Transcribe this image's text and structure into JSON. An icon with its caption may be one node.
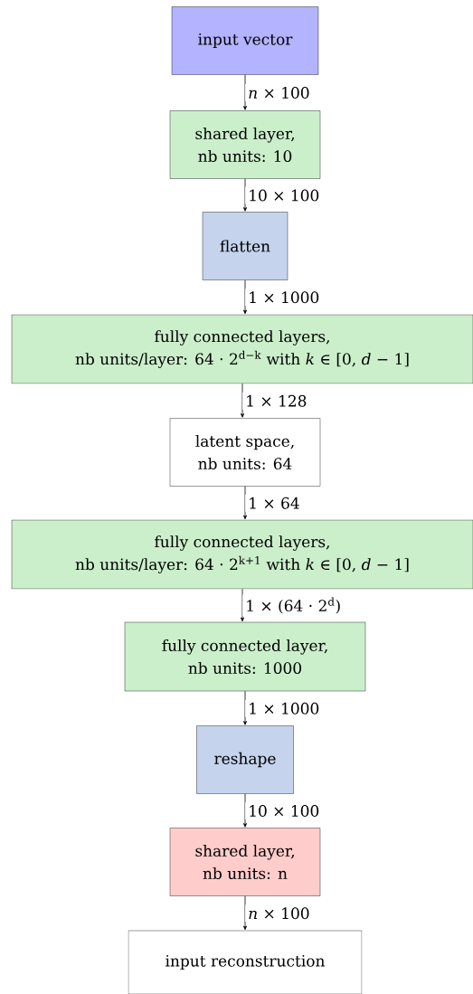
{
  "diagram": {
    "nodes": [
      {
        "text": [
          "input vector"
        ]
      },
      {
        "text": [
          "shared layer,",
          "nb units: 10"
        ]
      },
      {
        "text": [
          "flatten"
        ]
      },
      {
        "text": [
          "fully connected layers,",
          "nb units/layer: 64 · 2$^{d−k}$ with *k* ∈ [0, *d* − 1]"
        ]
      },
      {
        "text": [
          "latent space,",
          "nb units: 64"
        ]
      },
      {
        "text": [
          "fully connected layers,",
          "nb units/layer: 64 · 2$^{k+1}$ with *k* ∈ [0, *d* − 1]"
        ]
      },
      {
        "text": [
          "fully connected layer,",
          "nb units: 1000"
        ]
      },
      {
        "text": [
          "reshape"
        ]
      },
      {
        "text": [
          "shared layer,",
          "nb units: n"
        ]
      },
      {
        "text": [
          "input reconstruction"
        ]
      }
    ],
    "edges": [
      {
        "from": 0,
        "to": 1,
        "arrow": "to",
        "label": "*n* × 100"
      },
      {
        "from": 1,
        "to": 2,
        "arrow": "to",
        "label": "10 × 100"
      },
      {
        "from": 2,
        "to": 3,
        "arrow": "to",
        "label": "1 × 1000"
      },
      {
        "from": 3,
        "to": 4,
        "arrow": "to",
        "label": "1 × 128"
      },
      {
        "from": 4,
        "to": 5,
        "arrow": "to",
        "label": "1 × 64"
      },
      {
        "from": 5,
        "to": 6,
        "arrow": "to",
        "label": "1 × (64 · 2$^{d}$)"
      },
      {
        "from": 6,
        "to": 7,
        "arrow": "to",
        "label": "1 × 1000"
      },
      {
        "from": 7,
        "to": 8,
        "arrow": "to",
        "label": "10 × 100"
      },
      {
        "from": 8,
        "to": 9,
        "arrow": "to",
        "label": "*n* × 100"
      }
    ]
  }
}
